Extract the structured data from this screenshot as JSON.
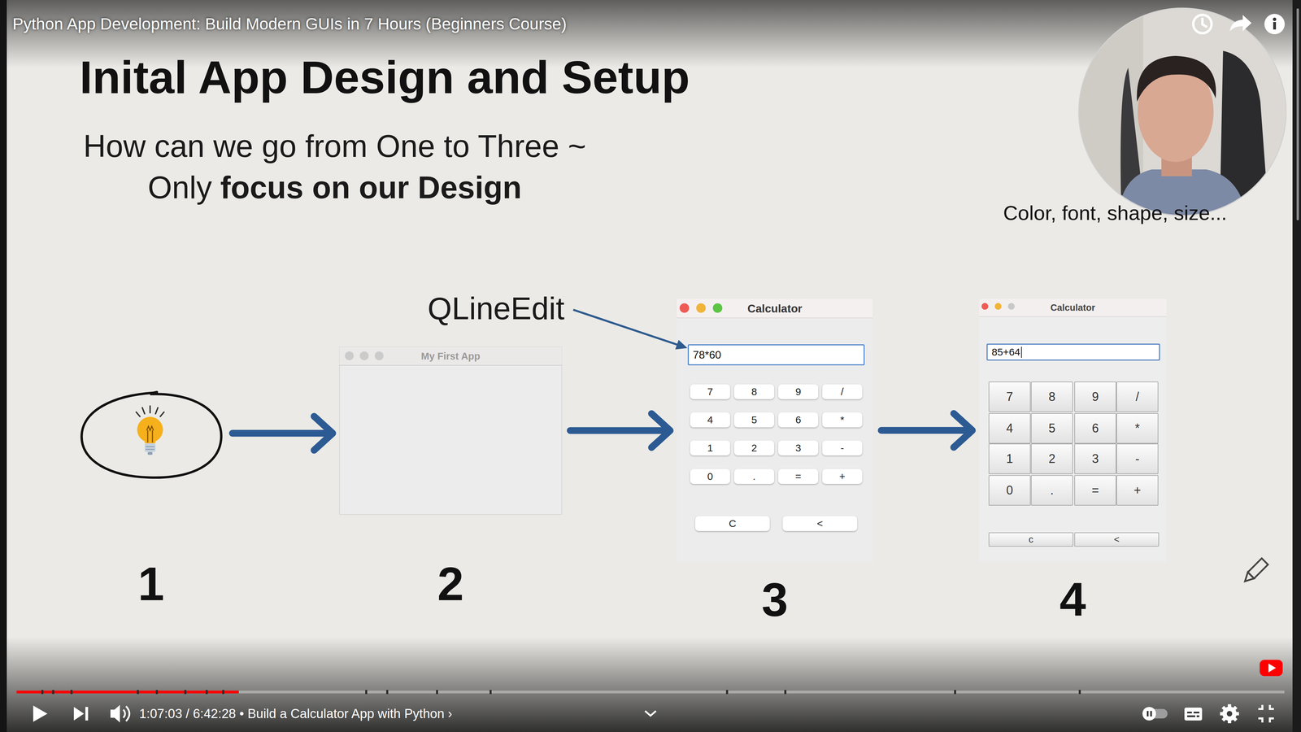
{
  "diagram": {
    "title": "Inital App Design and Setup",
    "nodes": [
      {
        "text": [
          "1"
        ]
      },
      {
        "text": [
          "My First App",
          "2"
        ]
      },
      {
        "text": [
          "Calculator",
          "3"
        ]
      },
      {
        "text": [
          "78*60"
        ],
        "in": 2
      },
      {
        "text": [
          "7"
        ],
        "in": 2
      },
      {
        "text": [
          "8"
        ],
        "in": 2
      },
      {
        "text": [
          "9"
        ],
        "in": 2
      },
      {
        "text": [
          "/"
        ],
        "in": 2
      },
      {
        "text": [
          "4"
        ],
        "in": 2
      },
      {
        "text": [
          "5"
        ],
        "in": 2
      },
      {
        "text": [
          "6"
        ],
        "in": 2
      },
      {
        "text": [
          "*"
        ],
        "in": 2
      },
      {
        "text": [
          "1"
        ],
        "in": 2
      },
      {
        "text": [
          "2"
        ],
        "in": 2
      },
      {
        "text": [
          "3"
        ],
        "in": 2
      },
      {
        "text": [
          "-"
        ],
        "in": 2
      },
      {
        "text": [
          "0"
        ],
        "in": 2
      },
      {
        "text": [
          "."
        ],
        "in": 2
      },
      {
        "text": [
          "="
        ],
        "in": 2
      },
      {
        "text": [
          "+"
        ],
        "in": 2
      },
      {
        "text": [
          "C"
        ],
        "in": 2
      },
      {
        "text": [
          "<"
        ],
        "in": 2
      },
      {
        "text": [
          "Calculator",
          "4"
        ]
      },
      {
        "text": [
          "85+64"
        ],
        "in": 22
      },
      {
        "text": [
          "7"
        ],
        "in": 22
      },
      {
        "text": [
          "8"
        ],
        "in": 22
      },
      {
        "text": [
          "9"
        ],
        "in": 22
      },
      {
        "text": [
          "/"
        ],
        "in": 22
      },
      {
        "text": [
          "4"
        ],
        "in": 22
      },
      {
        "text": [
          "5"
        ],
        "in": 22
      },
      {
        "text": [
          "6"
        ],
        "in": 22
      },
      {
        "text": [
          "*"
        ],
        "in": 22
      },
      {
        "text": [
          "1"
        ],
        "in": 22
      },
      {
        "text": [
          "2"
        ],
        "in": 22
      },
      {
        "text": [
          "3"
        ],
        "in": 22
      },
      {
        "text": [
          "-"
        ],
        "in": 22
      },
      {
        "text": [
          "0"
        ],
        "in": 22
      },
      {
        "text": [
          "."
        ],
        "in": 22
      },
      {
        "text": [
          "="
        ],
        "in": 22
      },
      {
        "text": [
          "+"
        ],
        "in": 22
      },
      {
        "text": [
          "c"
        ],
        "in": 22
      },
      {
        "text": [
          "<"
        ],
        "in": 22
      }
    ],
    "edges": [
      {
        "from": 0,
        "to": 1,
        "arrow": "to"
      },
      {
        "from": 1,
        "to": 2,
        "arrow": "to"
      },
      {
        "from": 2,
        "to": 22,
        "arrow": "to"
      }
    ],
    "labels": [
      "Python App Development: Build Modern GUIs in 7 Hours (Beginners Course)",
      "How can we go from One to Three ~",
      "Only",
      "focus on our Design",
      "Color, font, shape, size...",
      "QLineEdit",
      "1:07:03 / 6:42:28 • Build a Calculator App with Python ›"
    ]
  }
}
